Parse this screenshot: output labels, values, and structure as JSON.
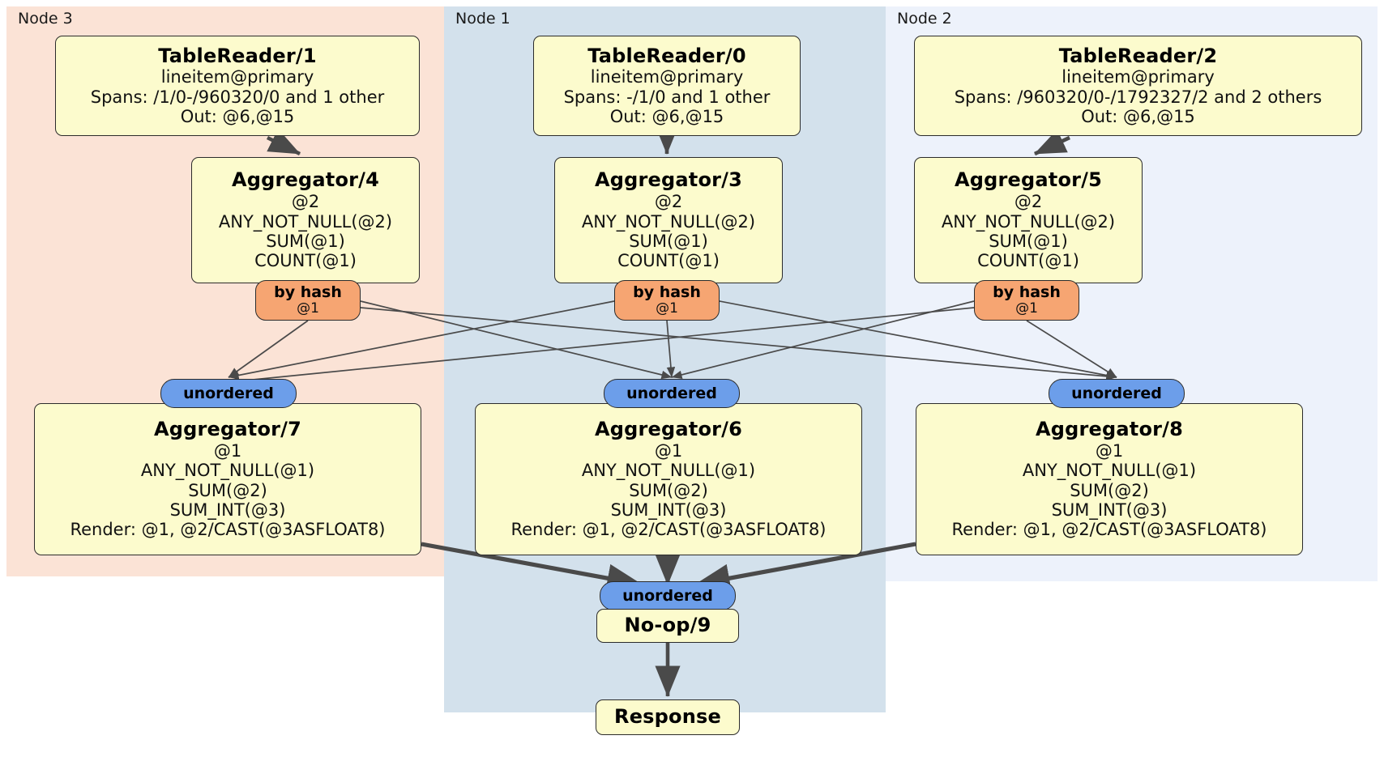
{
  "diagram": {
    "type": "distributed-query-plan",
    "colors": {
      "node3_panel": "#FBE3D6",
      "node1_panel": "#D3E1EC",
      "node2_panel": "#EDF2FB",
      "processor_box": "#FCFBCD",
      "hash_router": "#F6A572",
      "unordered_synchronizer": "#6C9EEA",
      "edge": "#4a4a4a"
    }
  },
  "panels": [
    {
      "id": "node3",
      "label": "Node 3"
    },
    {
      "id": "node1",
      "label": "Node 1"
    },
    {
      "id": "node2",
      "label": "Node 2"
    }
  ],
  "processors": {
    "table_reader_1": {
      "title": "TableReader/1",
      "lines": [
        "lineitem@primary",
        "Spans: /1/0-/960320/0 and 1 other",
        "Out: @6,@15"
      ]
    },
    "table_reader_0": {
      "title": "TableReader/0",
      "lines": [
        "lineitem@primary",
        "Spans: -/1/0 and 1 other",
        "Out: @6,@15"
      ]
    },
    "table_reader_2": {
      "title": "TableReader/2",
      "lines": [
        "lineitem@primary",
        "Spans: /960320/0-/1792327/2 and 2 others",
        "Out: @6,@15"
      ]
    },
    "aggregator_4": {
      "title": "Aggregator/4",
      "lines": [
        "@2",
        "ANY_NOT_NULL(@2)",
        "SUM(@1)",
        "COUNT(@1)"
      ]
    },
    "aggregator_3": {
      "title": "Aggregator/3",
      "lines": [
        "@2",
        "ANY_NOT_NULL(@2)",
        "SUM(@1)",
        "COUNT(@1)"
      ]
    },
    "aggregator_5": {
      "title": "Aggregator/5",
      "lines": [
        "@2",
        "ANY_NOT_NULL(@2)",
        "SUM(@1)",
        "COUNT(@1)"
      ]
    },
    "aggregator_7": {
      "title": "Aggregator/7",
      "lines": [
        "@1",
        "ANY_NOT_NULL(@1)",
        "SUM(@2)",
        "SUM_INT(@3)",
        "Render: @1, @2/CAST(@3ASFLOAT8)"
      ]
    },
    "aggregator_6": {
      "title": "Aggregator/6",
      "lines": [
        "@1",
        "ANY_NOT_NULL(@1)",
        "SUM(@2)",
        "SUM_INT(@3)",
        "Render: @1, @2/CAST(@3ASFLOAT8)"
      ]
    },
    "aggregator_8": {
      "title": "Aggregator/8",
      "lines": [
        "@1",
        "ANY_NOT_NULL(@1)",
        "SUM(@2)",
        "SUM_INT(@3)",
        "Render: @1, @2/CAST(@3ASFLOAT8)"
      ]
    },
    "noop_9": {
      "title": "No-op/9",
      "lines": []
    },
    "response": {
      "title": "Response",
      "lines": []
    }
  },
  "routers": {
    "hash_4": {
      "label": "by hash",
      "sub": "@1"
    },
    "hash_3": {
      "label": "by hash",
      "sub": "@1"
    },
    "hash_5": {
      "label": "by hash",
      "sub": "@1"
    }
  },
  "synchronizers": {
    "unordered_7": {
      "label": "unordered"
    },
    "unordered_6": {
      "label": "unordered"
    },
    "unordered_8": {
      "label": "unordered"
    },
    "unordered_9": {
      "label": "unordered"
    }
  }
}
